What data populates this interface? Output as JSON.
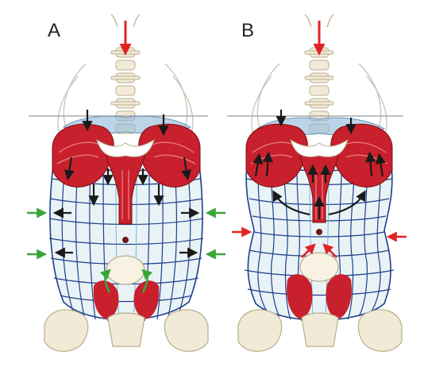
{
  "panels": [
    {
      "label": "A"
    },
    {
      "label": "B"
    }
  ],
  "colors": {
    "muscle_red": "#c8202c",
    "muscle_light": "#e8777f",
    "grid_blue": "#1f3f8c",
    "grid_light": "#5aa6c8",
    "bone": "#f1ead6",
    "bone_outline": "#b9ad8e",
    "diaphragm_dots": "#8fb7d9",
    "force_red": "#e02424",
    "force_green": "#3aa63a",
    "arrow_black": "#1a1a1a",
    "reference_line": "#9a9a9a"
  },
  "icons": {
    "downward_load": "red-down-arrow",
    "lateral_expansion": "green-arrow",
    "lateral_compression": "red-arrow",
    "muscle_pull": "black-arrow"
  }
}
